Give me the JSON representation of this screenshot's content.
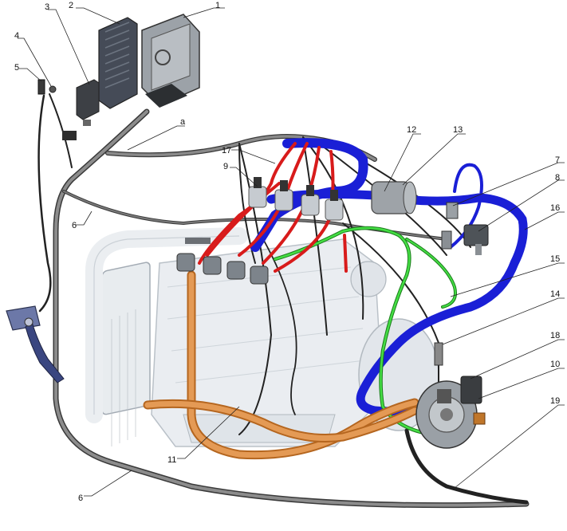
{
  "callouts": {
    "c1": "1",
    "c2": "2",
    "c3": "3",
    "c4": "4",
    "c5": "5",
    "c6a": "6",
    "c6b": "6",
    "ca": "a",
    "c7": "7",
    "c8": "8",
    "c9": "9",
    "c10": "10",
    "c11": "11",
    "c12": "12",
    "c13": "13",
    "c14": "14",
    "c15": "15",
    "c16": "16",
    "c17": "17",
    "c18": "18",
    "c19": "19"
  },
  "colors": {
    "gas_line": "#1a1fd6",
    "injector_hose": "#d81b1b",
    "coolant_hose": "#d9813a",
    "vacuum_hose": "#33cc33",
    "wiring": "#2b2b2b",
    "housing": "#5a6270",
    "engine_ghost": "#d7dde4"
  }
}
